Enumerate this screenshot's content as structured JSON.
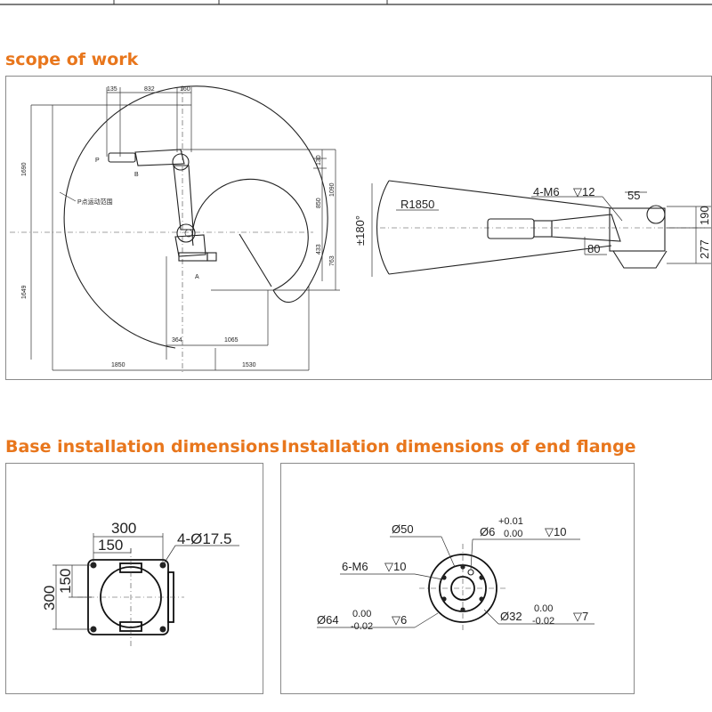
{
  "headings": {
    "scope": "scope of work",
    "base": "Base installation dimensions",
    "flange": "Installation dimensions of end flange"
  },
  "scope": {
    "top_dims": [
      "135",
      "832",
      "160"
    ],
    "right_dims": [
      "130",
      "850",
      "1090",
      "433",
      "763"
    ],
    "left_dims": [
      "1690",
      "1649"
    ],
    "bottom_dims": [
      "364",
      "1065",
      "1850",
      "1530"
    ],
    "marker_p": "P",
    "marker_a": "A",
    "marker_b": "B",
    "region_note": "P点运动范围",
    "top_view": {
      "radius": "R1850",
      "angle": "±180°",
      "screw": "4-M6",
      "screw_depth": "▽12",
      "d55": "55",
      "d80": "80",
      "d190": "190",
      "d277": "277"
    }
  },
  "base": {
    "d300_h": "300",
    "d150_h": "150",
    "d300_v": "300",
    "d150_v": "150",
    "holes": "4-Ø17.5"
  },
  "flange": {
    "d50": "Ø50",
    "d6": "Ø6",
    "d6_tol_up": "+0.01",
    "d6_tol_down": "0.00",
    "d6_depth": "▽10",
    "m6": "6-M6",
    "m6_depth": "▽10",
    "d64": "Ø64",
    "d64_tol_up": "0.00",
    "d64_tol_down": "-0.02",
    "d64_depth": "▽6",
    "d32": "Ø32",
    "d32_tol_up": "0.00",
    "d32_tol_down": "-0.02",
    "d32_depth": "▽7"
  }
}
